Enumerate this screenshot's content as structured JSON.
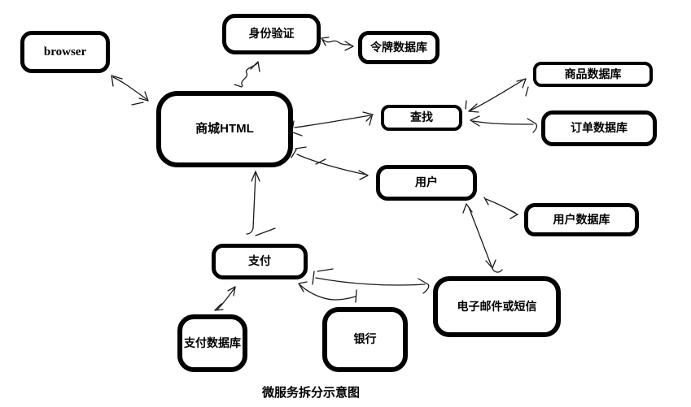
{
  "diagram": {
    "caption": "微服务拆分示意图",
    "colors": {
      "ink": "#000000",
      "background": "#ffffff",
      "box_fill": "#ffffff"
    },
    "nodes": {
      "browser": {
        "label": "browser"
      },
      "auth": {
        "label": "身份验证"
      },
      "token_db": {
        "label": "令牌数据库"
      },
      "mall": {
        "label": "商城HTML"
      },
      "search": {
        "label": "查找"
      },
      "product_db": {
        "label": "商品数据库"
      },
      "order_db": {
        "label": "订单数据库"
      },
      "user": {
        "label": "用户"
      },
      "user_db": {
        "label": "用户数据库"
      },
      "payment": {
        "label": "支付"
      },
      "payment_db": {
        "label": "支付数据库"
      },
      "bank": {
        "label": "银行"
      },
      "email_sms": {
        "label": "电子邮件或短信"
      }
    },
    "edges": [
      {
        "from": "browser",
        "to": "mall",
        "bidirectional": true
      },
      {
        "from": "mall",
        "to": "auth",
        "bidirectional": true
      },
      {
        "from": "auth",
        "to": "token_db",
        "bidirectional": true
      },
      {
        "from": "mall",
        "to": "search",
        "bidirectional": true
      },
      {
        "from": "mall",
        "to": "user",
        "bidirectional": true
      },
      {
        "from": "search",
        "to": "product_db",
        "bidirectional": true
      },
      {
        "from": "search",
        "to": "order_db",
        "bidirectional": true
      },
      {
        "from": "mall",
        "to": "payment",
        "bidirectional": true
      },
      {
        "from": "payment_db",
        "to": "payment",
        "bidirectional": true
      },
      {
        "from": "bank",
        "to": "payment",
        "bidirectional": false
      },
      {
        "from": "payment",
        "to": "email_sms",
        "bidirectional": false
      },
      {
        "from": "user",
        "to": "user_db",
        "bidirectional": false
      },
      {
        "from": "user",
        "to": "email_sms",
        "bidirectional": true
      }
    ]
  }
}
